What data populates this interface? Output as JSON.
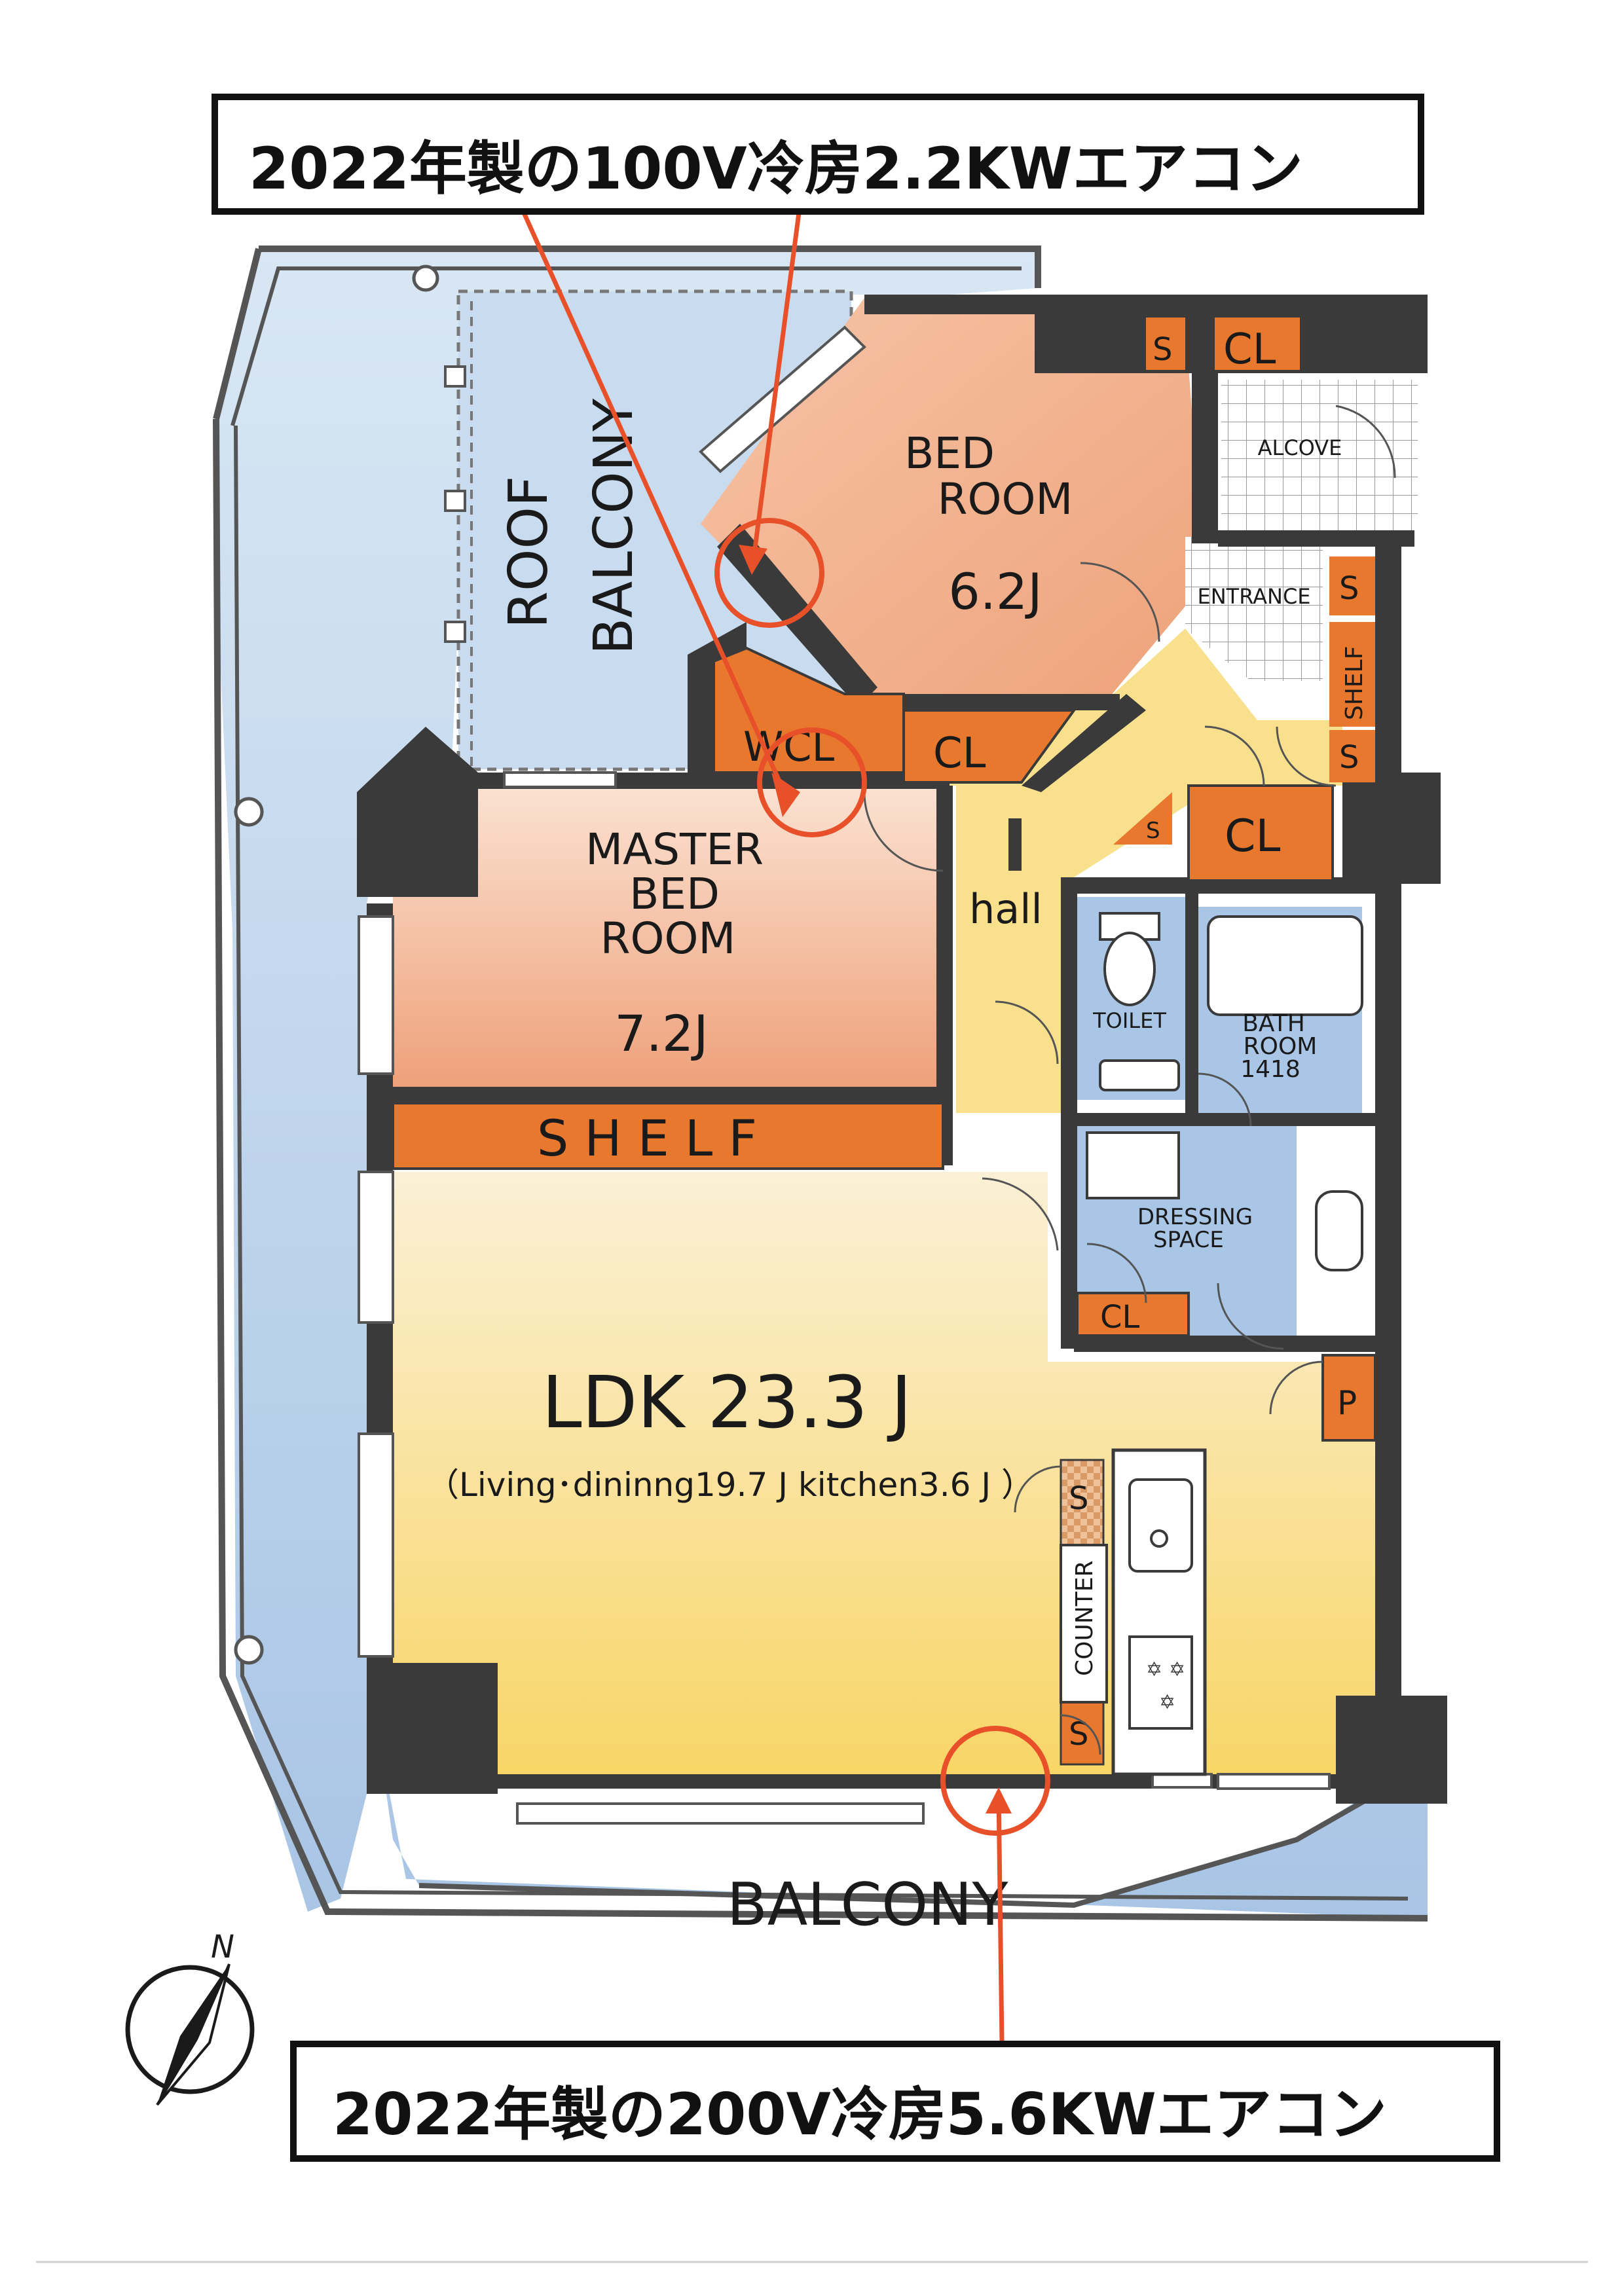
{
  "callouts": {
    "top": "2022年製の100V冷房2.2KWエアコン",
    "bottom": "2022年製の200V冷房5.6KWエアコン"
  },
  "rooms": {
    "bedroom": {
      "name_line1": "BED",
      "name_line2": "ROOM",
      "size": "6.2J"
    },
    "master": {
      "name_line1": "MASTER",
      "name_line2": "BED",
      "name_line3": "ROOM",
      "size": "7.2J"
    },
    "ldk": {
      "title": "LDK 23.3 J",
      "detail": "（Living･dininng19.7 J  kitchen3.6 J ）"
    },
    "roof_balcony": {
      "line1": "ROOF",
      "line2": "BALCONY"
    },
    "balcony": "BALCONY",
    "hall": "hall",
    "toilet": "TOILET",
    "bathroom": {
      "line1": "BATH",
      "line2": "ROOM",
      "line3": "1418"
    },
    "dressing": {
      "line1": "DRESSING",
      "line2": "SPACE"
    },
    "entrance": "ENTRANCE",
    "alcove": "ALCOVE",
    "wcl": "WCL"
  },
  "storage": {
    "shelf_big": "S H E L F",
    "shelf_small": "SHELF",
    "cl": "CL",
    "s": "S",
    "p": "P",
    "counter": "COUNTER"
  },
  "compass": {
    "north": "N"
  },
  "colors": {
    "wall": "#3a3a3a",
    "storage": "#e8782e",
    "bedroom": "#f2b08a",
    "ldk": "#fbe39a",
    "hall": "#f8e08c",
    "wet": "#a9c6e6",
    "balcony": "#b9d2ec",
    "callout_line": "#e8502a"
  }
}
